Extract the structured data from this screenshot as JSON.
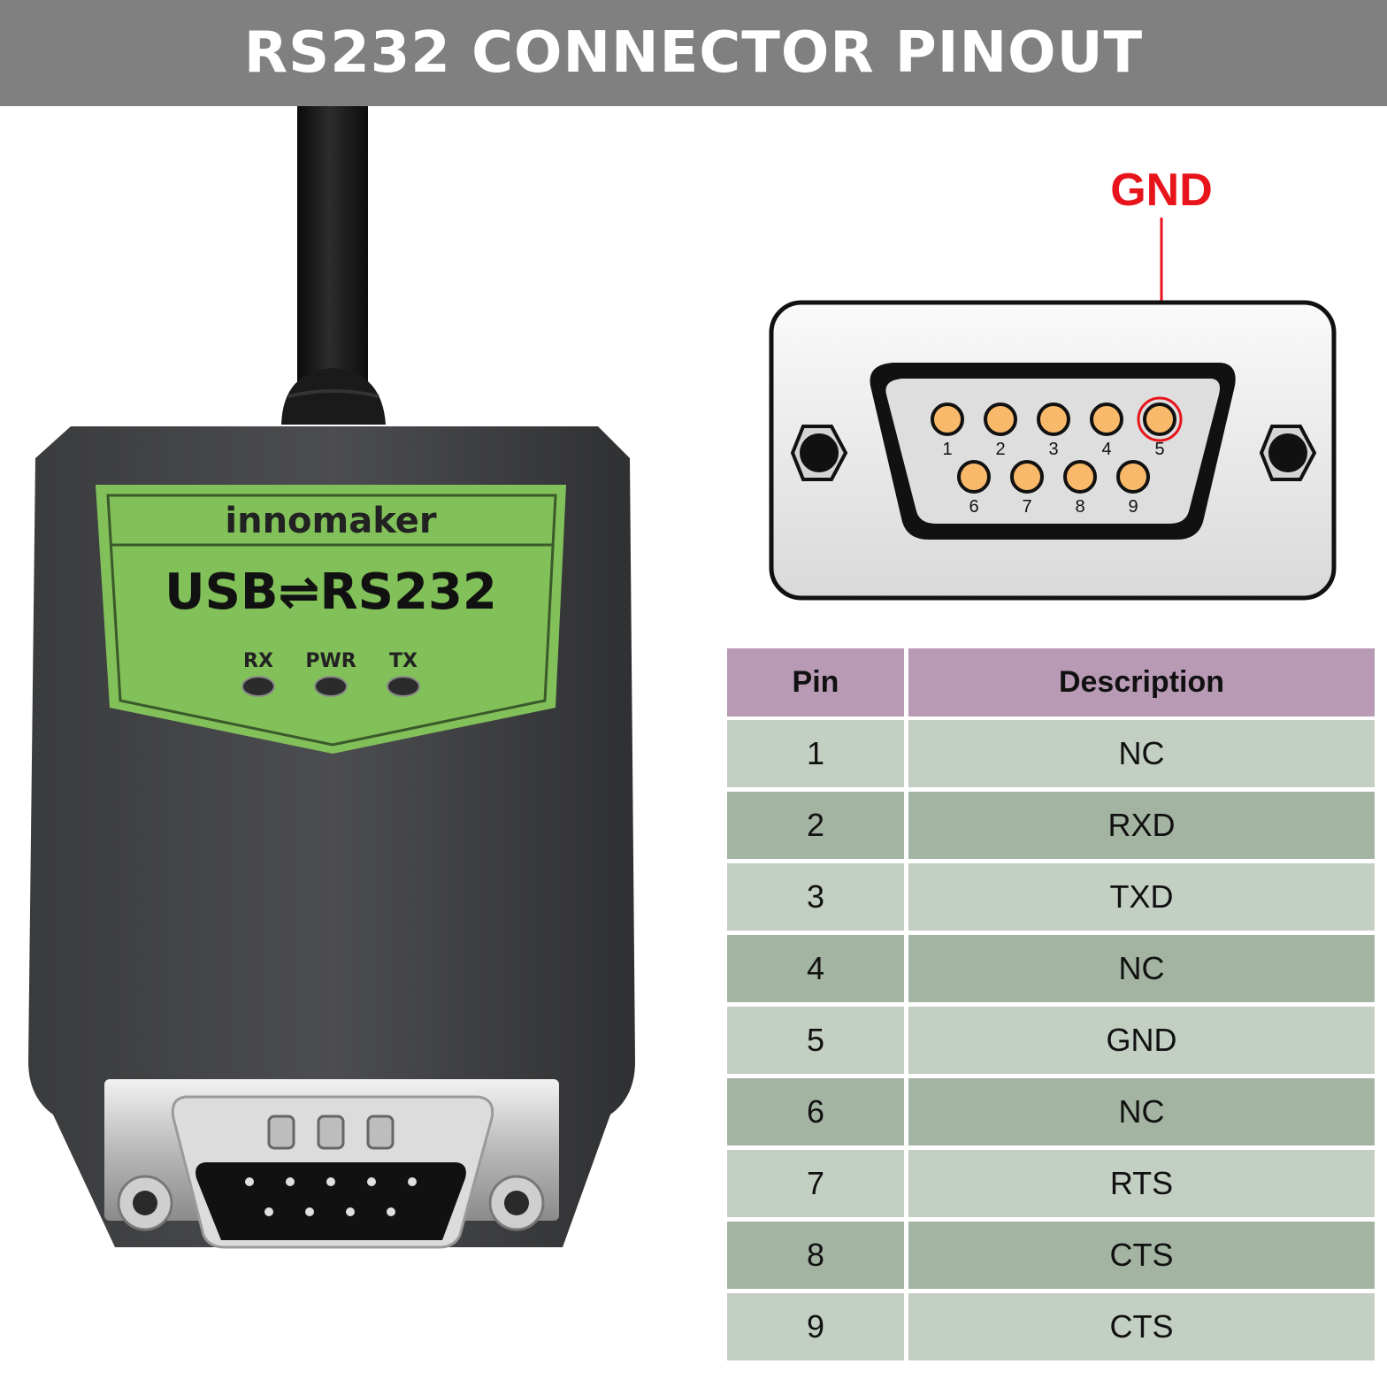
{
  "banner": {
    "title": "RS232 CONNECTOR PINOUT"
  },
  "device": {
    "brand": "innomaker",
    "model": "USB⇌RS232",
    "leds": [
      "RX",
      "PWR",
      "TX"
    ]
  },
  "connector": {
    "highlight_label": "GND",
    "highlight_color": "#e8141b",
    "highlighted_pin": 5,
    "top_row": [
      "1",
      "2",
      "3",
      "4",
      "5"
    ],
    "bottom_row": [
      "6",
      "7",
      "8",
      "9"
    ]
  },
  "table": {
    "headers": {
      "pin": "Pin",
      "description": "Description"
    },
    "rows": [
      {
        "pin": "1",
        "description": "NC"
      },
      {
        "pin": "2",
        "description": "RXD"
      },
      {
        "pin": "3",
        "description": "TXD"
      },
      {
        "pin": "4",
        "description": "NC"
      },
      {
        "pin": "5",
        "description": "GND"
      },
      {
        "pin": "6",
        "description": "NC"
      },
      {
        "pin": "7",
        "description": "RTS"
      },
      {
        "pin": "8",
        "description": "CTS"
      },
      {
        "pin": "9",
        "description": "CTS"
      }
    ]
  },
  "colors": {
    "banner": "#808080",
    "header": "#b89ab4",
    "row_light": "#c3cfc2",
    "row_dark": "#a3b5a2",
    "label_green": "#82c05a",
    "pin_gold": "#f9b96a"
  }
}
